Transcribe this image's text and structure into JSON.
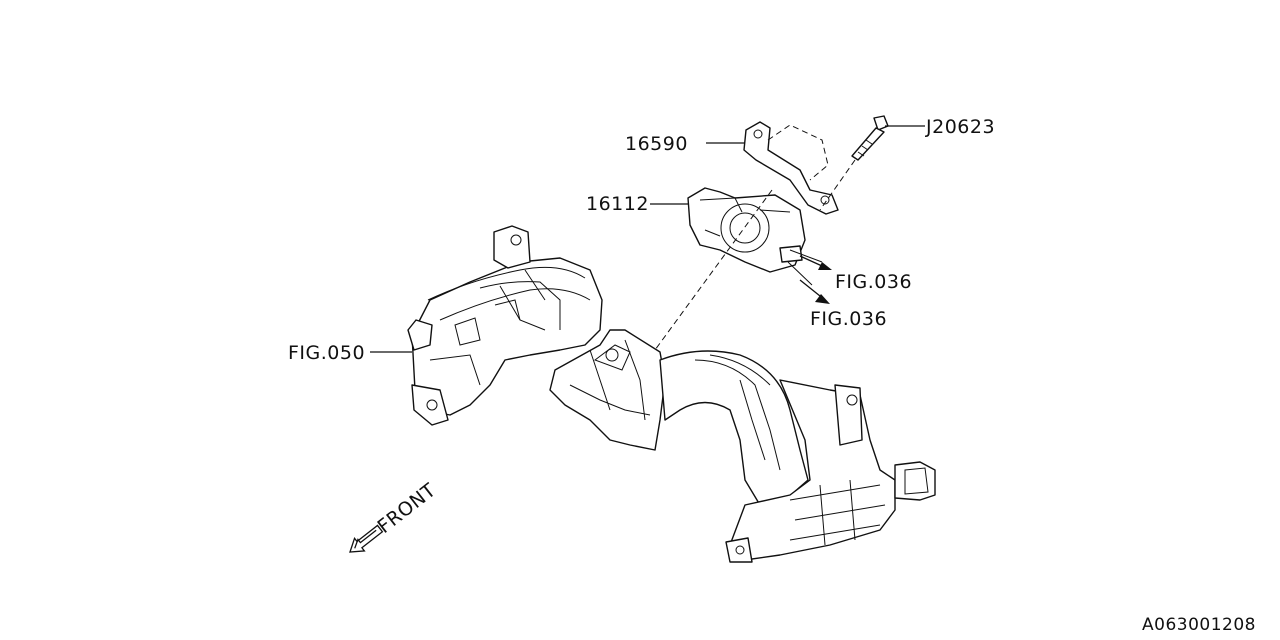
{
  "labels": {
    "bracket": "16590",
    "throttle_body": "16112",
    "bolt": "J20623",
    "fig_036_a": "FIG.036",
    "fig_036_b": "FIG.036",
    "fig_050": "FIG.050",
    "front": "FRONT",
    "diagram_id": "A063001208"
  }
}
